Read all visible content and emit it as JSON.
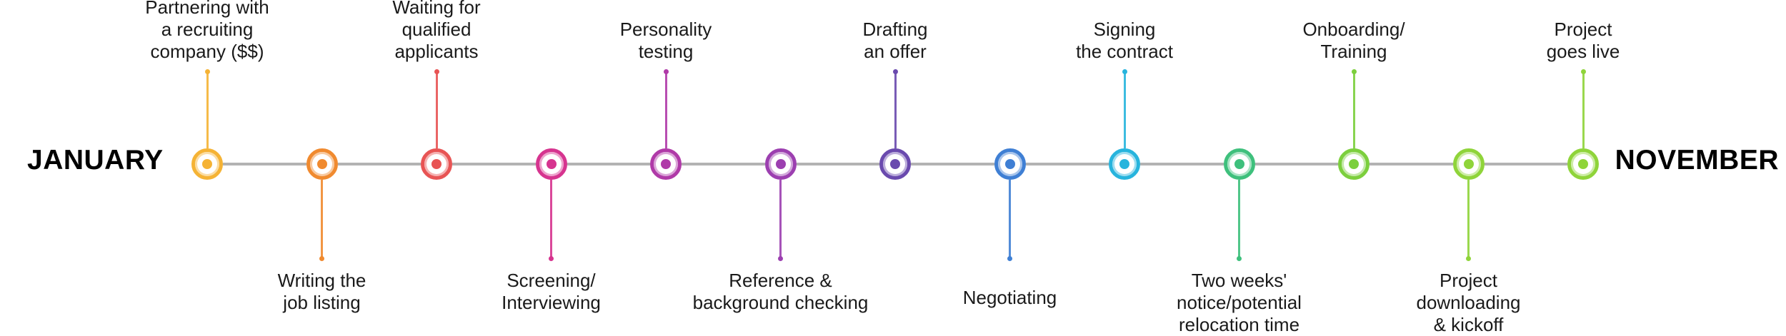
{
  "timeline": {
    "start_label": "JANUARY",
    "end_label": "NOVEMBER",
    "axis_color": "#b3b3b3",
    "milestones": [
      {
        "label": "Partnering with\na recruiting\ncompany ($$)",
        "side": "top",
        "color": "#f5b335"
      },
      {
        "label": "Writing the\njob listing",
        "side": "bottom",
        "color": "#f08a2f"
      },
      {
        "label": "Waiting for\nqualified\napplicants",
        "side": "top",
        "color": "#e85454"
      },
      {
        "label": "Screening/\nInterviewing",
        "side": "bottom",
        "color": "#d6348f"
      },
      {
        "label": "Personality\ntesting",
        "side": "top",
        "color": "#b03aa8"
      },
      {
        "label": "Reference &\nbackground checking",
        "side": "bottom",
        "color": "#9c3fb0"
      },
      {
        "label": "Drafting\nan offer",
        "side": "top",
        "color": "#6a4aae"
      },
      {
        "label": "Negotiating",
        "side": "bottom",
        "color": "#3f7fd4"
      },
      {
        "label": "Signing\nthe contract",
        "side": "top",
        "color": "#27b4dd"
      },
      {
        "label": "Two weeks'\nnotice/potential\nrelocation time",
        "side": "bottom",
        "color": "#3ec07c"
      },
      {
        "label": "Onboarding/\nTraining",
        "side": "top",
        "color": "#7ccf3d"
      },
      {
        "label": "Project\ndownloading\n& kickoff",
        "side": "bottom",
        "color": "#8fd43a"
      },
      {
        "label": "Project\ngoes live",
        "side": "top",
        "color": "#8fd43a"
      }
    ]
  }
}
